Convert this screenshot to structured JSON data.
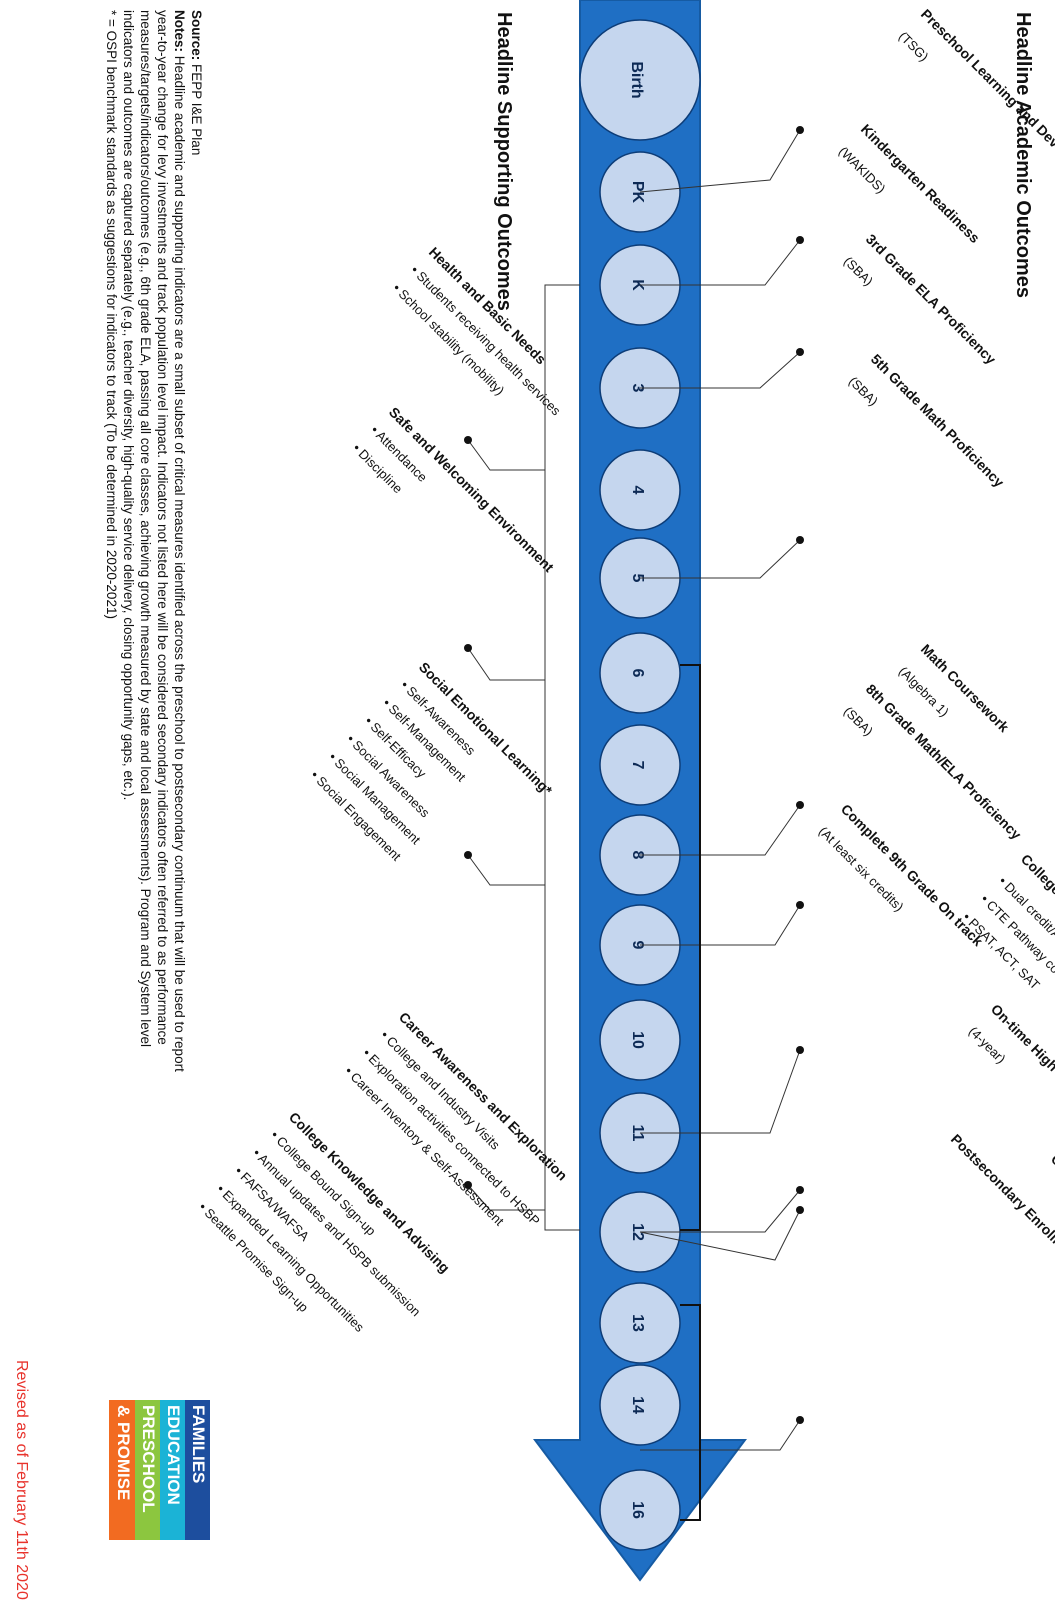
{
  "titles": {
    "academic": "Headline Academic Outcomes",
    "supporting": "Headline Supporting Outcomes"
  },
  "timeline": {
    "stages": [
      "Birth",
      "PK",
      "K",
      "3",
      "4",
      "5",
      "6",
      "7",
      "8",
      "9",
      "10",
      "11",
      "12",
      "13",
      "14",
      "16"
    ],
    "colors": {
      "arrow": "#1F6FC4",
      "arrow_dark": "#165ba3",
      "node_fill": "#C5D6EE",
      "node_stroke": "#0d3d78"
    }
  },
  "academic_outcomes": [
    {
      "title": "Preschool Learning and Development",
      "sub": "(TSG)"
    },
    {
      "title": "Kindergarten Readiness",
      "sub": "(WAKIDS)"
    },
    {
      "title": "3rd Grade ELA Proficiency",
      "sub": "(SBA)"
    },
    {
      "title": "5th Grade Math Proficiency",
      "sub": "(SBA)"
    },
    {
      "title": "8th Grade Math/ELA Proficiency",
      "sub": "(SBA)"
    },
    {
      "title": "Math Coursework",
      "sub": "(Algebra 1)"
    },
    {
      "title": "Complete 9th Grade On track",
      "sub": "(At least six credits)"
    },
    {
      "title": "College and Career Ready:",
      "bullets": [
        "Dual credit/Advanced courses/CADR",
        "CTE Pathway completion",
        "PSAT, ACT, SAT"
      ]
    },
    {
      "title": "On-time High School Diploma",
      "sub": "(4-year)"
    },
    {
      "title": "Postsecondary Enrollment without remediation"
    },
    {
      "title": "Continuous Enrollment and Completion"
    }
  ],
  "supporting_outcomes": [
    {
      "title": "Health and Basic Needs",
      "bullets": [
        "Students receiving health services",
        "School stability (mobility)"
      ]
    },
    {
      "title": "Safe and Welcoming Environment",
      "bullets": [
        "Attendance",
        "Discipline"
      ]
    },
    {
      "title": "Social Emotional Learning*",
      "bullets": [
        "Self-Awareness",
        "Self-Management",
        "Self-Efficacy",
        "Social Awareness",
        "Social Management",
        "Social Engagement"
      ]
    },
    {
      "title": "Career Awareness and Exploration",
      "bullets": [
        "College and Industry Visits",
        "Exploration activities connected to HSBP",
        "Career Inventory & Self-Assessment"
      ]
    },
    {
      "title": "College Knowledge and Advising",
      "bullets": [
        "College Bound Sign-up",
        "Annual updates and HSPB submission",
        "FAFSA/WAFSA",
        "Expanded Learning Opportunities",
        "Seattle Promise Sign-up"
      ]
    }
  ],
  "notes": {
    "source_label": "Source:",
    "source_text": "FEPP I&E Plan",
    "notes_label": "Notes:",
    "notes_text": "Headline academic and supporting indicators are a small subset of critical measures identified across the preschool to postsecondary continuum that will be used to report year-to-year change for levy investments and track population level impact. Indicators not listed here will be considered secondary indicators often referred to as performance measures/targets/indicators/outcomes (e.g., 6th grade ELA, passing all core classes, achieving growth measured by state and local assessments). Program and System level indicators and outcomes are captured separately (e.g., teacher diversity, high-quality service delivery, closing opportunity gaps, etc.).",
    "footnote": "* = OSPI benchmark standards as suggestions for indicators to track (To be determined in 2020-2021)"
  },
  "revised": "Revised as of February 11th 2020",
  "logo": {
    "lines": [
      "FAMILIES",
      "EDUCATION",
      "PRESCHOOL",
      "& PROMISE"
    ],
    "colors": [
      "#1d4e9e",
      "#1bb3d6",
      "#8cc63f",
      "#f26b21"
    ]
  }
}
